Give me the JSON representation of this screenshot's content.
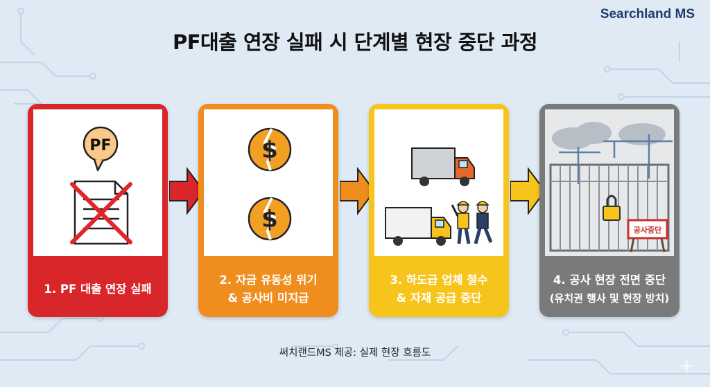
{
  "brand": "Searchland MS",
  "title": "PF대출 연장 실패 시 단계별 현장 중단 과정",
  "steps": [
    {
      "line1": "1. PF 대출 연장 실패",
      "line2": "",
      "icon_label": "PF"
    },
    {
      "line1": "2. 자금 유동성 위기",
      "line2": "& 공사비 미지급"
    },
    {
      "line1": "3. 하도급 업체 철수",
      "line2": "& 자재 공급 중단"
    },
    {
      "line1": "4. 공사 현장 전면 중단",
      "line2": "(유치권 행사 및 현장 방치)",
      "sign_label": "공사중단"
    }
  ],
  "footer": "써치랜드MS 제공: 실제 현장 흐름도",
  "colors": {
    "step1": "#d8262a",
    "step2": "#ef8e1f",
    "step3": "#f6c41a",
    "step4": "#7a7a7a",
    "brand": "#1f3c6e"
  },
  "icons": [
    "speech-bubble-icon",
    "crossed-document-icon",
    "broken-coin-icon",
    "truck-icon",
    "workers-icon",
    "locked-gate-icon",
    "crane-icon"
  ]
}
